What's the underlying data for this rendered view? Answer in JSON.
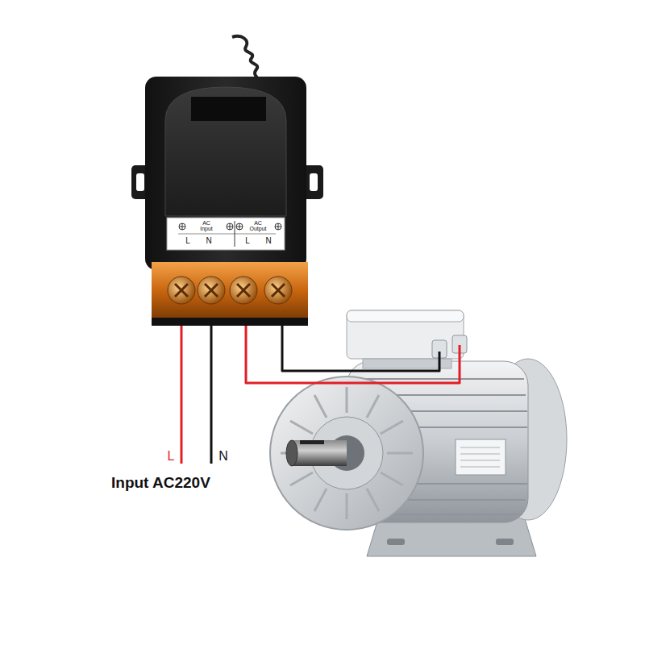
{
  "diagram": {
    "labels": [
      "AC Input",
      "L",
      "N",
      "AC Output",
      "L",
      "N",
      "L",
      "N",
      "Input AC220V"
    ]
  }
}
